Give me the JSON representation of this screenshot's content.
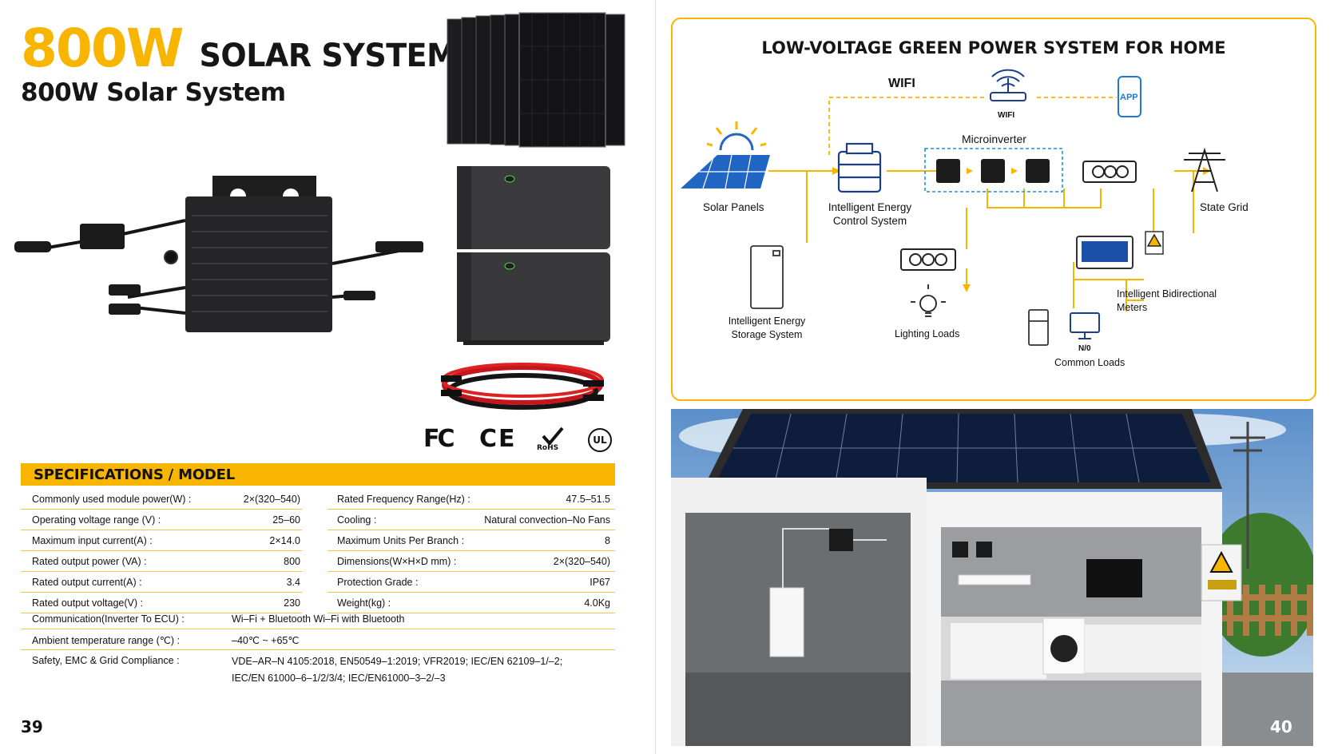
{
  "left_page": {
    "title_power": "800W",
    "title_rest": "SOLAR SYSTEM",
    "subtitle": "800W Solar System",
    "certifications": [
      "FC",
      "CE",
      "RoHS",
      "UL"
    ],
    "spec_header": "SPECIFICATIONS / MODEL",
    "specs_left": [
      {
        "label": "Commonly used module power(W) :",
        "value": "2×(320–540)"
      },
      {
        "label": "Operating voltage range (V) :",
        "value": "25–60"
      },
      {
        "label": "Maximum input current(A) :",
        "value": "2×14.0"
      },
      {
        "label": "Rated output power (VA) :",
        "value": "800"
      },
      {
        "label": "Rated output current(A) :",
        "value": "3.4"
      },
      {
        "label": "Rated output voltage(V) :",
        "value": "230"
      }
    ],
    "specs_right": [
      {
        "label": "Rated Frequency Range(Hz) :",
        "value": "47.5–51.5"
      },
      {
        "label": "Cooling :",
        "value": "Natural convection–No Fans"
      },
      {
        "label": "Maximum Units Per Branch :",
        "value": "8"
      },
      {
        "label": "Dimensions(W×H×D mm) :",
        "value": "2×(320–540)"
      },
      {
        "label": "Protection Grade :",
        "value": "IP67"
      },
      {
        "label": "Weight(kg) :",
        "value": "4.0Kg"
      }
    ],
    "specs_wide": [
      {
        "label": "Communication(Inverter To ECU) :",
        "value": "Wi–Fi + Bluetooth Wi–Fi with Bluetooth"
      },
      {
        "label": "Ambient temperature range (℃) :",
        "value": "–40℃ ~ +65℃"
      },
      {
        "label": "Safety, EMC & Grid Compliance :",
        "value": "VDE–AR–N 4105:2018, EN50549–1:2019; VFR2019; IEC/EN 62109–1/–2; IEC/EN 61000–6–1/2/3/4; IEC/EN61000–3–2/–3"
      }
    ],
    "page_number": "39"
  },
  "right_page": {
    "diagram_title": "LOW-VOLTAGE GREEN POWER SYSTEM FOR HOME",
    "labels": {
      "wifi": "WIFI",
      "wifi_small": "WIFI",
      "app": "APP",
      "microinverter": "Microinverter",
      "solar_panels": "Solar Panels",
      "control_system": "Intelligent Energy Control System",
      "state_grid": "State Grid",
      "storage_system": "Intelligent Energy Storage System",
      "lighting_loads": "Lighting Loads",
      "bidirectional_meters": "Intelligent Bidirectional Meters",
      "common_loads": "Common Loads",
      "meter_code": "N/0"
    },
    "colors": {
      "accent": "#f7b500",
      "dash_blue": "#3aa0e0"
    },
    "page_number": "40"
  }
}
